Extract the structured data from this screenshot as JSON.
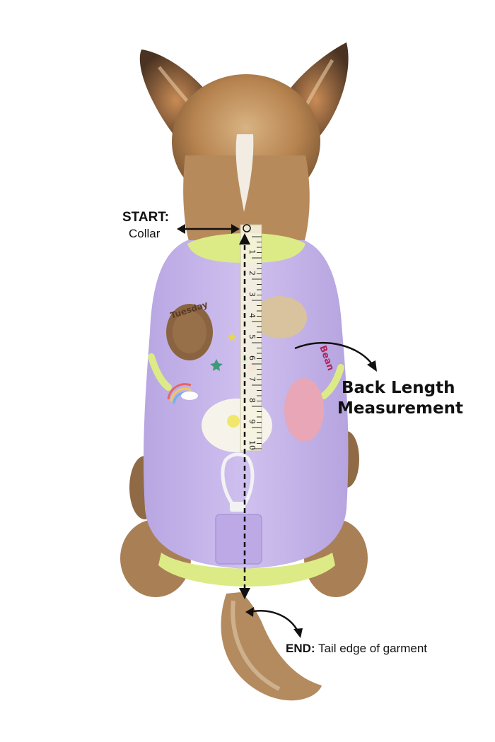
{
  "annotation": {
    "start_title": "START:",
    "start_sub": "Collar",
    "measure_line1": "Back Length",
    "measure_line2": "Measurement",
    "end_title": "END:",
    "end_sub": " Tail edge of garment"
  },
  "ruler": {
    "tick_labels": [
      "1",
      "2",
      "3",
      "4",
      "5",
      "6",
      "7",
      "8",
      "9",
      "10"
    ]
  },
  "sweater": {
    "patch_text_left": "Tuesday",
    "patch_text_right": "Bean"
  },
  "colors": {
    "sweater": "#c9b9ec",
    "trim": "#dceb86",
    "fur_dark": "#6b4a2f",
    "fur_light": "#c89a66",
    "arrow": "#111111"
  }
}
